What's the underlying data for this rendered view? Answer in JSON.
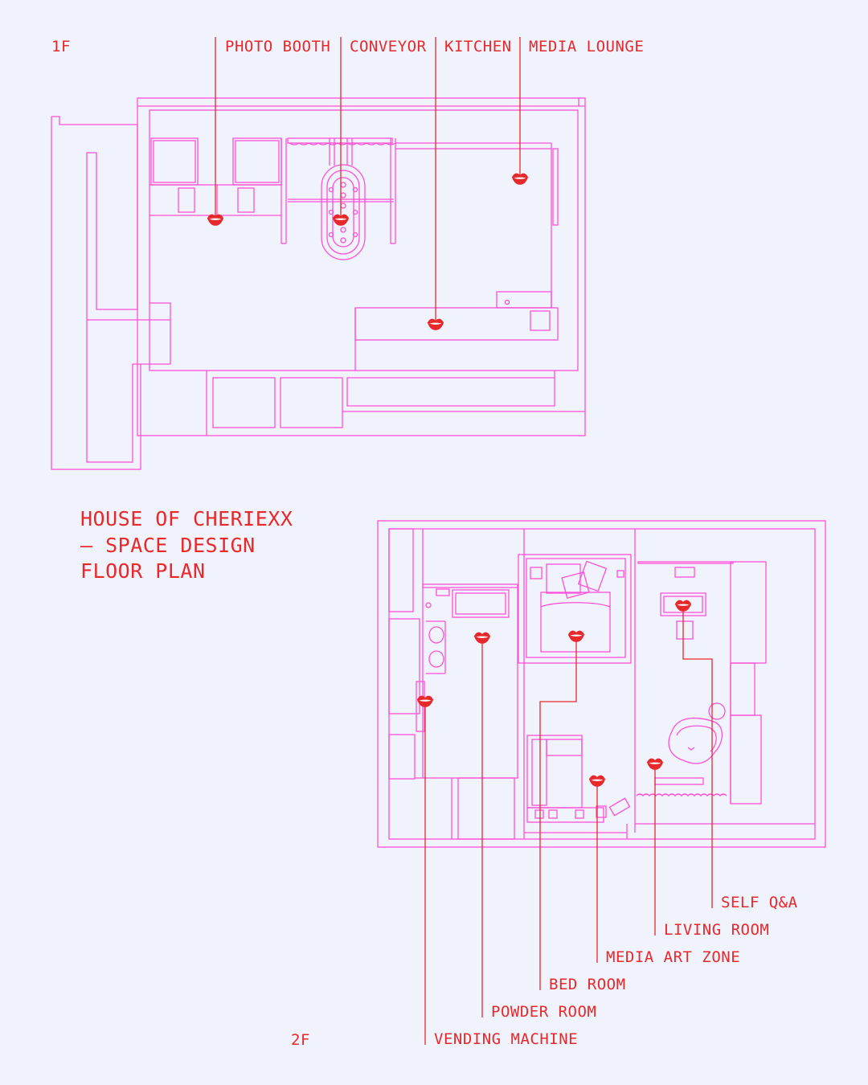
{
  "colors": {
    "background": "#F0F2FC",
    "plan_line": "#FF4FD8",
    "accent": "#E8292B"
  },
  "title": {
    "line1": "HOUSE OF CHERIEXX",
    "line2": "— SPACE DESIGN",
    "line3": "FLOOR PLAN"
  },
  "floor1": {
    "label": "1F",
    "zones": [
      "PHOTO BOOTH",
      "CONVEYOR",
      "KITCHEN",
      "MEDIA LOUNGE"
    ]
  },
  "floor2": {
    "label": "2F",
    "zones": [
      "SELF Q&A",
      "LIVING ROOM",
      "MEDIA ART ZONE",
      "BED ROOM",
      "POWDER ROOM",
      "VENDING MACHINE"
    ]
  },
  "marker_icon": "lips-icon"
}
